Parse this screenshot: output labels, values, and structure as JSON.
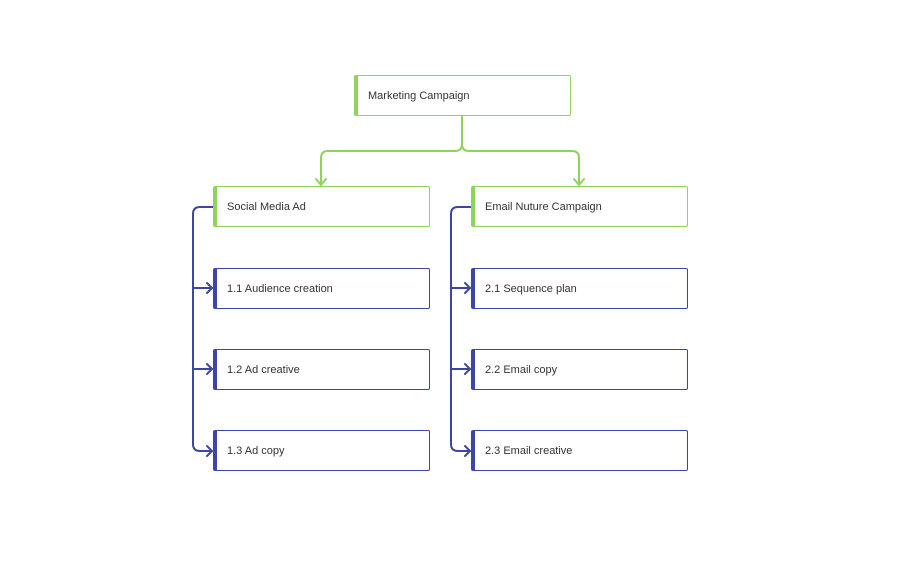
{
  "colors": {
    "phase": "#8fd45a",
    "task": "#3d46a6",
    "text": "#333333"
  },
  "diagram": {
    "root": {
      "label": "Marketing Campaign"
    },
    "branches": [
      {
        "label": "Social Media Ad",
        "tasks": [
          {
            "label": "1.1 Audience creation"
          },
          {
            "label": "1.2 Ad creative"
          },
          {
            "label": "1.3 Ad copy"
          }
        ]
      },
      {
        "label": "Email Nuture Campaign",
        "tasks": [
          {
            "label": "2.1 Sequence plan"
          },
          {
            "label": "2.2 Email copy"
          },
          {
            "label": "2.3 Email creative"
          }
        ]
      }
    ]
  }
}
